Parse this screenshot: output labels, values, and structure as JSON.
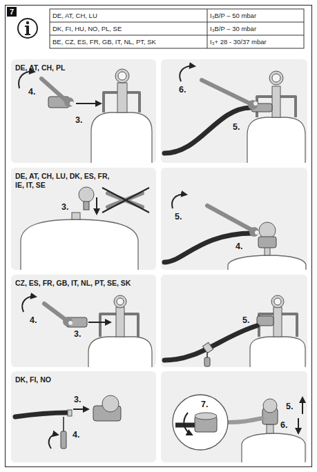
{
  "diagram": {
    "nodes": [
      {
        "text": [
          "DE, AT, CH, PL",
          "4.",
          "3."
        ]
      },
      {
        "text": [
          "6.",
          "5."
        ]
      },
      {
        "text": [
          "DE, AT, CH, LU, DK, ES, FR, IE, IT, SE",
          "3."
        ]
      },
      {
        "text": [
          "5.",
          "4."
        ]
      },
      {
        "text": [
          "CZ, ES, FR, GB, IT, NL, PT, SE, SK",
          "4.",
          "3."
        ]
      },
      {
        "text": [
          "5."
        ]
      },
      {
        "text": [
          "DK, FI, NO",
          "3.",
          "4."
        ]
      },
      {
        "text": [
          "7.",
          "5.",
          "6."
        ]
      }
    ],
    "labels": [
      "7",
      "DE, AT, CH, LU",
      "I₃B/P – 50 mbar",
      "DK, FI, HU, NO, PL, SE",
      "I₃B/P – 30 mbar",
      "BE, CZ, ES, FR, GB, IT, NL, PT, SK",
      "I₃+ 28 - 30/37 mbar"
    ]
  }
}
